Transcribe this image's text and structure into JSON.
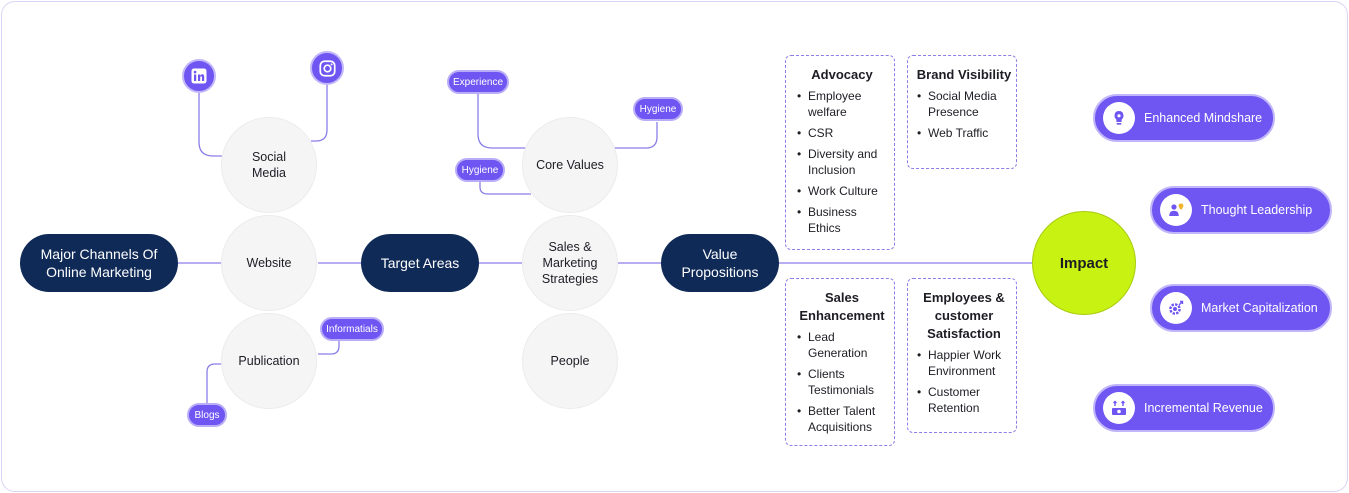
{
  "channels": {
    "title_line1": "Major Channels Of",
    "title_line2": "Online Marketing",
    "social_media_line1": "Social",
    "social_media_line2": "Media",
    "website": "Website",
    "publication": "Publication"
  },
  "social_icons": [
    "linkedin-icon",
    "instagram-icon"
  ],
  "publication_tags": [
    "Informatials",
    "Blogs"
  ],
  "target_areas": {
    "title": "Target Areas",
    "core_values": "Core Values",
    "sales_line1": "Sales &",
    "sales_line2": "Marketing",
    "sales_line3": "Strategies",
    "people": "People"
  },
  "core_value_tags": [
    "Experience",
    "Hygiene",
    "Hygiene"
  ],
  "value_propositions": {
    "line1": "Value",
    "line2": "Propositions"
  },
  "boxes": [
    {
      "title": "Advocacy",
      "items": [
        "Employee welfare",
        "CSR",
        "Diversity and Inclusion",
        "Work Culture",
        "Business Ethics"
      ]
    },
    {
      "title": "Brand Visibility",
      "items": [
        "Social Media Presence",
        "Web Traffic"
      ]
    },
    {
      "title": "Sales Enhancement",
      "items": [
        "Lead Generation",
        "Clients Testimonials",
        "Better Talent Acquisitions"
      ]
    },
    {
      "title": "Employees & customer Satisfaction",
      "items": [
        "Happier Work Environment",
        "Customer Retention"
      ]
    }
  ],
  "impact": {
    "label": "Impact"
  },
  "results": [
    {
      "label": "Enhanced Mindshare",
      "icon": "lightbulb-head-icon"
    },
    {
      "label": "Thought Leadership",
      "icon": "leader-idea-icon"
    },
    {
      "label": "Market Capitalization",
      "icon": "gear-chart-icon"
    },
    {
      "label": "Incremental Revenue",
      "icon": "money-growth-icon"
    }
  ],
  "colors": {
    "navy": "#0f2a57",
    "purple": "#6f55f1",
    "lime": "#c8f312",
    "line": "#8a7ee8"
  }
}
